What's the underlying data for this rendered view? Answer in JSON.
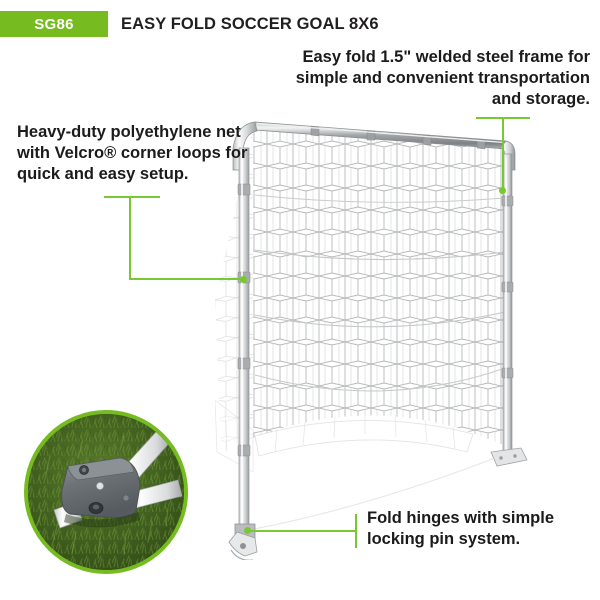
{
  "header": {
    "sku": "SG86",
    "title": "EASY FOLD SOCCER GOAL 8X6",
    "badge_color": "#76bc21",
    "title_color": "#221f1f"
  },
  "accent_color": "#78c832",
  "callouts": [
    {
      "id": "frame",
      "text": "Easy fold 1.5\" welded steel frame for simple and convenient transportation and storage.",
      "align": "right",
      "points_to": "goal-crossbar-right-corner"
    },
    {
      "id": "net",
      "text": "Heavy-duty polyethylene net with Velcro® corner loops for quick and easy setup.",
      "align": "left",
      "points_to": "goal-left-upright"
    },
    {
      "id": "hinge",
      "text": "Fold hinges with simple locking pin system.",
      "align": "left",
      "points_to": "goal-base-hinge"
    }
  ],
  "product_image": {
    "name": "easy-fold-soccer-goal",
    "description": "White steel tube soccer goal frame with white polyethylene mesh net, viewed at an angle",
    "frame_color": "#9a9a9a",
    "net_color": "#cfcfcf"
  },
  "inset_photo": {
    "name": "fold-hinge-closeup",
    "description": "Close-up photo of the gray fold hinge bracket joining two white goal tubes, set on green grass",
    "ring_color": "#76bc21",
    "grass_color": "#3e5c20",
    "bracket_color": "#6d7377"
  }
}
